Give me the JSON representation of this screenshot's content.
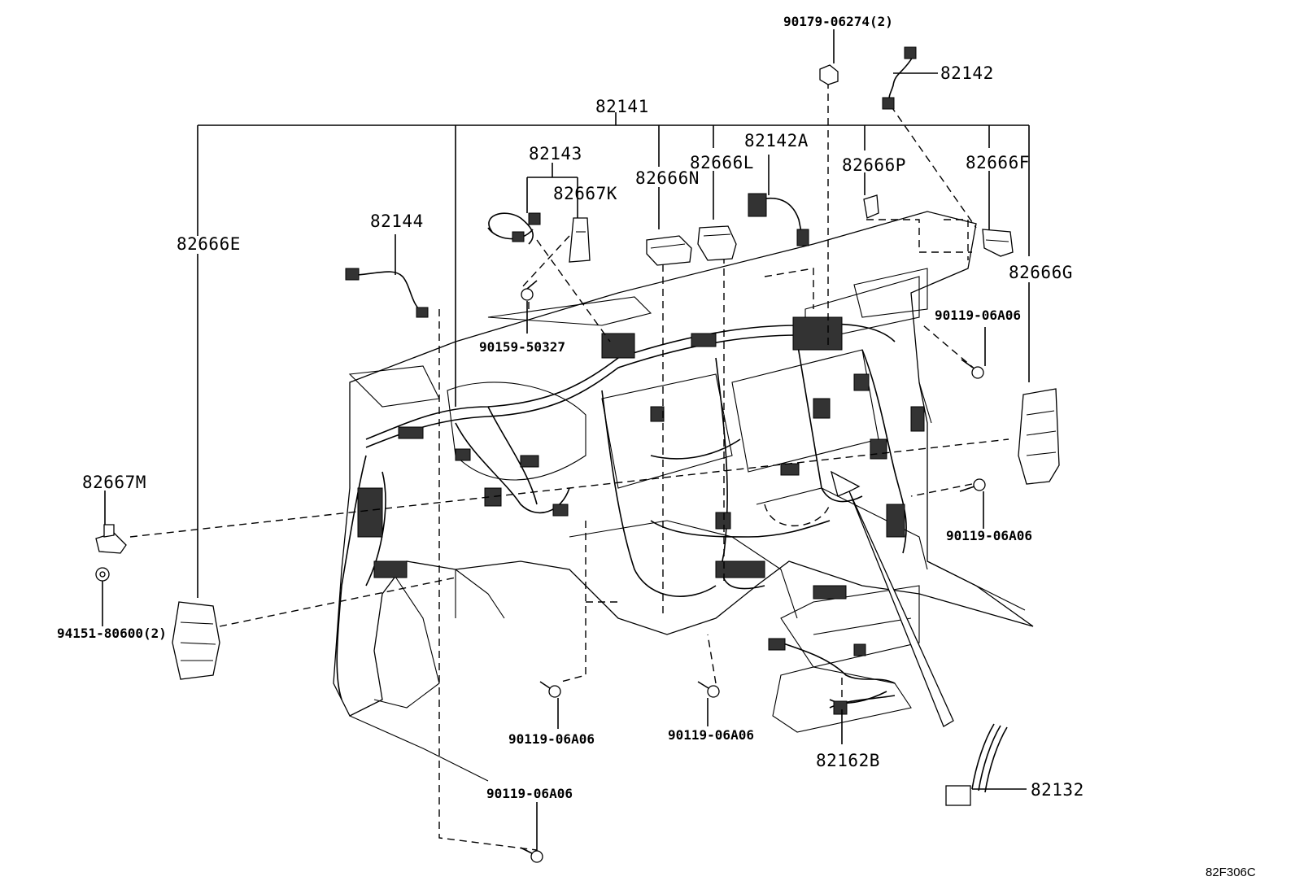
{
  "diagram_code": "82F306C",
  "parts": {
    "p82141": "82141",
    "p82142": "82142",
    "p82142A": "82142A",
    "p82143": "82143",
    "p82144": "82144",
    "p82132": "82132",
    "p82162B": "82162B",
    "p82666E": "82666E",
    "p82666F": "82666F",
    "p82666G": "82666G",
    "p82666L": "82666L",
    "p82666N": "82666N",
    "p82666P": "82666P",
    "p82667K": "82667K",
    "p82667M": "82667M"
  },
  "fasteners": {
    "f90179": "90179-06274(2)",
    "f90159": "90159-50327",
    "f94151": "94151-80600(2)",
    "f90119_a": "90119-06A06",
    "f90119_b": "90119-06A06",
    "f90119_c": "90119-06A06",
    "f90119_d": "90119-06A06",
    "f90119_e": "90119-06A06"
  }
}
